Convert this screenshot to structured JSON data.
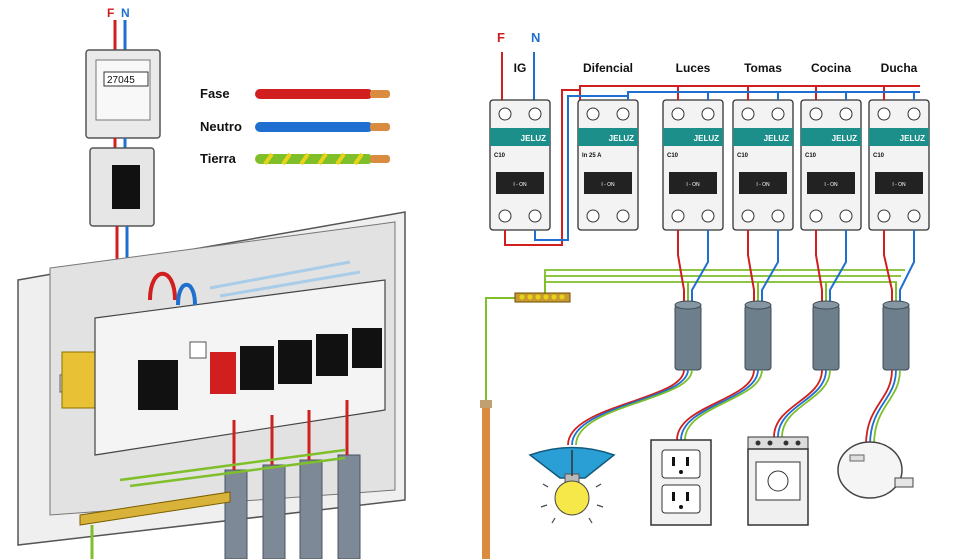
{
  "left": {
    "phase_letter": "F",
    "neutral_letter": "N",
    "meter_reading": "27045",
    "legend": [
      {
        "label": "Fase",
        "color": "#d11f1f"
      },
      {
        "label": "Neutro",
        "color": "#1f6fd1"
      },
      {
        "label": "Tierra",
        "color": "#7fbf2a"
      }
    ]
  },
  "right": {
    "phase_letter": "F",
    "neutral_letter": "N",
    "breakers": [
      {
        "label": "IG",
        "brand": "JELUZ",
        "rating": "C10",
        "sw": "I - ON"
      },
      {
        "label": "Difencial",
        "brand": "JELUZ",
        "rating": "In 25 A",
        "sw": "I - ON"
      },
      {
        "label": "Luces",
        "brand": "JELUZ",
        "rating": "C10",
        "sw": "I - ON"
      },
      {
        "label": "Tomas",
        "brand": "JELUZ",
        "rating": "C10",
        "sw": "I - ON"
      },
      {
        "label": "Cocina",
        "brand": "JELUZ",
        "rating": "C10",
        "sw": "I - ON"
      },
      {
        "label": "Ducha",
        "brand": "JELUZ",
        "rating": "C10",
        "sw": "I - ON"
      }
    ],
    "loads": [
      "lamp-icon",
      "outlet-icon",
      "stove-icon",
      "water-heater-icon"
    ]
  },
  "colors": {
    "phase": "#d11f1f",
    "neutral": "#1f6fd1",
    "earth": "#7fbf2a",
    "earth_stripe": "#e8d21a",
    "copper": "#d98c3f"
  }
}
